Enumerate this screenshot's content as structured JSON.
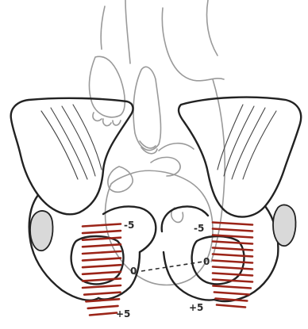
{
  "diagram": {
    "colors": {
      "outline": "#222222",
      "fetus": "#9a9a9a",
      "station_lines": "#9b2418",
      "joint_fill": "#d9d9d9",
      "label": "#2b2b2b"
    },
    "left_labels": {
      "top": "-5",
      "middle": "0",
      "bottom": "+5"
    },
    "right_labels": {
      "top": "-5",
      "middle": "0",
      "bottom": "+5"
    },
    "station_count_per_side": 14
  }
}
